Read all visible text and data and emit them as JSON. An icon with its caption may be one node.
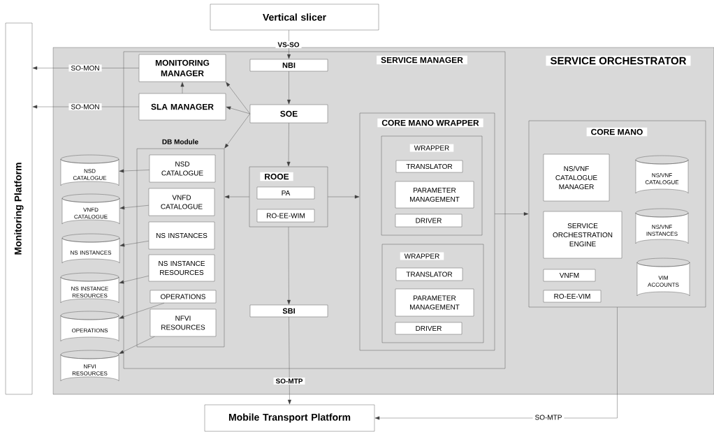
{
  "diagram": {
    "nodes": [
      {
        "text": [
          "Vertical slicer"
        ]
      },
      {
        "text": [
          "Monitoring Platform"
        ]
      },
      {
        "text": [
          "SERVICE ORCHESTRATOR"
        ]
      },
      {
        "text": [
          "SERVICE MANAGER"
        ],
        "in": 2
      },
      {
        "text": [
          "MONITORING MANAGER"
        ],
        "in": 3
      },
      {
        "text": [
          "SLA MANAGER"
        ],
        "in": 3
      },
      {
        "text": [
          "NBI"
        ],
        "in": 3
      },
      {
        "text": [
          "SOE"
        ],
        "in": 3
      },
      {
        "text": [
          "DB Module"
        ],
        "in": 3
      },
      {
        "text": [
          "NSD CATALOGUE"
        ],
        "in": 8
      },
      {
        "text": [
          "VNFD CATALOGUE"
        ],
        "in": 8
      },
      {
        "text": [
          "NS INSTANCES"
        ],
        "in": 8
      },
      {
        "text": [
          "NS INSTANCE RESOURCES"
        ],
        "in": 8
      },
      {
        "text": [
          "OPERATIONS"
        ],
        "in": 8
      },
      {
        "text": [
          "NFVI RESOURCES"
        ],
        "in": 8
      },
      {
        "text": [
          "ROOE"
        ],
        "in": 3
      },
      {
        "text": [
          "PA"
        ],
        "in": 15
      },
      {
        "text": [
          "RO-EE-WIM"
        ],
        "in": 15
      },
      {
        "text": [
          "SBI"
        ],
        "in": 3
      },
      {
        "text": [
          "CORE MANO WRAPPER"
        ],
        "in": 3
      },
      {
        "text": [
          "WRAPPER"
        ],
        "in": 19
      },
      {
        "text": [
          "TRANSLATOR"
        ],
        "in": 20
      },
      {
        "text": [
          "PARAMETER MANAGEMENT"
        ],
        "in": 20
      },
      {
        "text": [
          "DRIVER"
        ],
        "in": 20
      },
      {
        "text": [
          "WRAPPER"
        ],
        "in": 19
      },
      {
        "text": [
          "TRANSLATOR"
        ],
        "in": 24
      },
      {
        "text": [
          "PARAMETER MANAGEMENT"
        ],
        "in": 24
      },
      {
        "text": [
          "DRIVER"
        ],
        "in": 24
      },
      {
        "text": [
          "CORE MANO"
        ],
        "in": 2
      },
      {
        "text": [
          "NS/VNF CATALOGUE MANAGER"
        ],
        "in": 28
      },
      {
        "text": [
          "SERVICE ORCHESTRATION ENGINE"
        ],
        "in": 28
      },
      {
        "text": [
          "VNFM"
        ],
        "in": 28
      },
      {
        "text": [
          "RO-EE-VIM"
        ],
        "in": 28
      },
      {
        "text": [
          "NS/VNF CATALOGUE"
        ],
        "in": 28
      },
      {
        "text": [
          "NS/VNF INSTANCES"
        ],
        "in": 28
      },
      {
        "text": [
          "VIM ACCOUNTS"
        ],
        "in": 28
      },
      {
        "text": [
          "NSD CATALOGUE"
        ],
        "in": 2
      },
      {
        "text": [
          "VNFD CATALOGUE"
        ],
        "in": 2
      },
      {
        "text": [
          "NS INSTANCES"
        ],
        "in": 2
      },
      {
        "text": [
          "NS INSTANCE RESOURCES"
        ],
        "in": 2
      },
      {
        "text": [
          "OPERATIONS"
        ],
        "in": 2
      },
      {
        "text": [
          "NFVI RESOURCES"
        ],
        "in": 2
      },
      {
        "text": [
          "Mobile Transport Platform"
        ]
      }
    ],
    "edges": [
      {
        "from": 0,
        "to": 6,
        "arrow": "to",
        "label": "VS-SO"
      },
      {
        "from": 4,
        "to": 1,
        "arrow": "to",
        "label": "SO-MON"
      },
      {
        "from": 5,
        "to": 1,
        "arrow": "to",
        "label": "SO-MON"
      },
      {
        "from": 5,
        "to": 4,
        "arrow": "to"
      },
      {
        "from": 6,
        "to": 7,
        "arrow": "to"
      },
      {
        "from": 7,
        "to": 4,
        "arrow": "to"
      },
      {
        "from": 7,
        "to": 5,
        "arrow": "to"
      },
      {
        "from": 7,
        "to": 8,
        "arrow": "to"
      },
      {
        "from": 7,
        "to": 15,
        "arrow": "to"
      },
      {
        "from": 15,
        "to": 8,
        "arrow": "to"
      },
      {
        "from": 15,
        "to": 19,
        "arrow": "to"
      },
      {
        "from": 15,
        "to": 18,
        "arrow": "to"
      },
      {
        "from": 18,
        "to": 42,
        "arrow": "to",
        "label": "SO-MTP"
      },
      {
        "from": 19,
        "to": 28,
        "arrow": "to"
      },
      {
        "from": 28,
        "to": 42,
        "arrow": "to",
        "label": "SO-MTP"
      },
      {
        "from": 9,
        "to": 36,
        "arrow": "to"
      },
      {
        "from": 10,
        "to": 37,
        "arrow": "to"
      },
      {
        "from": 11,
        "to": 38,
        "arrow": "to"
      },
      {
        "from": 12,
        "to": 39,
        "arrow": "to"
      },
      {
        "from": 13,
        "to": 40,
        "arrow": "to"
      },
      {
        "from": 14,
        "to": 41,
        "arrow": "to"
      }
    ]
  }
}
